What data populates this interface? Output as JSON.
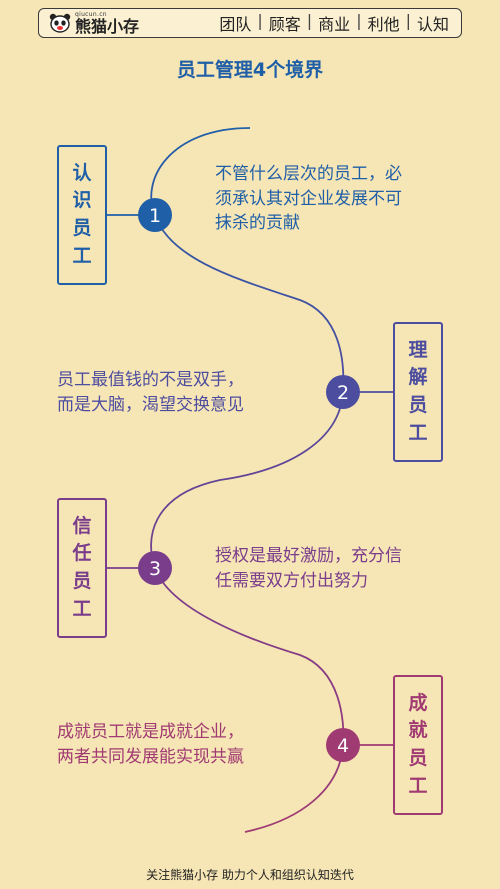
{
  "header": {
    "logo_small": "qiucun.cn",
    "logo_main": "熊猫小存",
    "nav": [
      "团队",
      "顾客",
      "商业",
      "利他",
      "认知"
    ]
  },
  "title": "员工管理4个境界",
  "stages": [
    {
      "number": "1",
      "chars": [
        "认",
        "识",
        "员",
        "工"
      ],
      "desc_lines": [
        "不管什么层次的员工，必",
        "须承认其对企业发展不可",
        "抹杀的贡献"
      ],
      "color": "#1f5fa8"
    },
    {
      "number": "2",
      "chars": [
        "理",
        "解",
        "员",
        "工"
      ],
      "desc_lines": [
        "员工最值钱的不是双手，",
        "而是大脑，渴望交换意见"
      ],
      "color": "#4d4da0"
    },
    {
      "number": "3",
      "chars": [
        "信",
        "任",
        "员",
        "工"
      ],
      "desc_lines": [
        "授权是最好激励，充分信",
        "任需要双方付出努力"
      ],
      "color": "#7a3d8c"
    },
    {
      "number": "4",
      "chars": [
        "成",
        "就",
        "员",
        "工"
      ],
      "desc_lines": [
        "成就员工就是成就企业，",
        "两者共同发展能实现共赢"
      ],
      "color": "#a03a72"
    }
  ],
  "footer": "关注熊猫小存 助力个人和组织认知迭代"
}
